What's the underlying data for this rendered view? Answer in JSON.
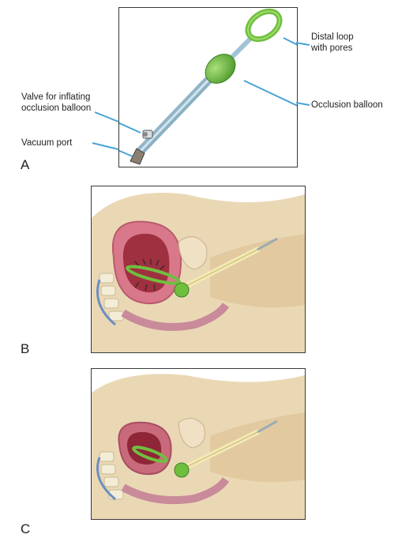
{
  "panels": {
    "a": {
      "letter": "A",
      "callouts": {
        "distal_loop_line1": "Distal loop",
        "distal_loop_line2": "with pores",
        "occlusion_balloon": "Occlusion balloon",
        "valve_line1": "Valve for inflating",
        "valve_line2": "occlusion balloon",
        "vacuum_port": "Vacuum port"
      }
    },
    "b": {
      "letter": "B"
    },
    "c": {
      "letter": "C"
    }
  },
  "colors": {
    "device_green": "#6fbf3f",
    "shaft_blue": "#8fb8cf",
    "callout_line": "#4aa3d6",
    "tissue_beige": "#ead8b5",
    "uterus_pink": "#d9788a",
    "cavity_red": "#9e3040"
  }
}
